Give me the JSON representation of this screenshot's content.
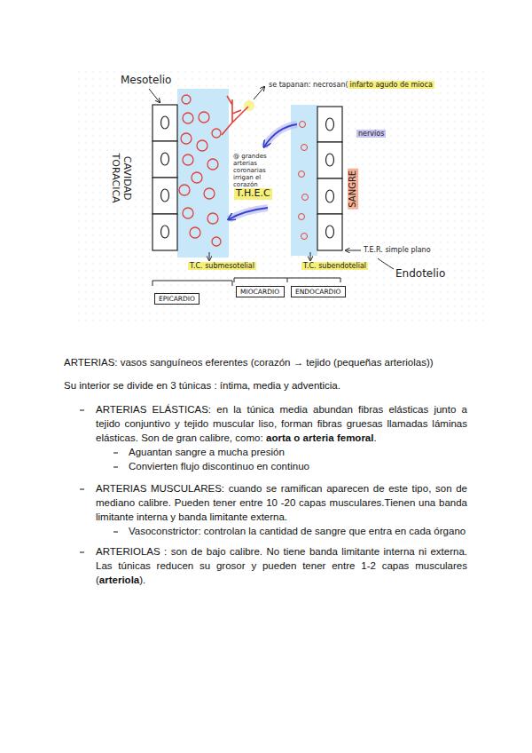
{
  "diagram": {
    "nodes": [
      {
        "text": [
          "EPICARDIO"
        ]
      },
      {
        "text": [
          "MIOCARDIO"
        ]
      },
      {
        "text": [
          "ENDOCARDIO"
        ]
      }
    ],
    "labels": [
      "Mesotelio",
      "se tapanan: necrosan(",
      "infarto agudo de mioca",
      "nervios",
      "@ grandes arterias coronarias irrigan el corazón",
      "T.H.E.C",
      "CAVIDAD TORACICA",
      "SANGRE",
      "T.E.R. simple plano",
      "Endotelio",
      "T.C. submesotelial",
      "T.C. subendotelial",
      "ARTERIAS: vasos sanguíneos eferentes (corazón → tejido (pequeñas arteriolas))",
      "Su interior se divide en 3 túnicas : íntima, media y adventicia.",
      "ARTERIAS ELÁSTICAS: en la túnica media abundan fibras elásticas junto a tejido conjuntivo y tejido muscular liso, forman fibras gruesas llamadas láminas elásticas. Son de gran calibre, como:",
      "aorta o arteria femoral",
      ".",
      "Aguantan sangre a mucha presión",
      "Convierten flujo discontinuo en continuo",
      "ARTERIAS MUSCULARES: cuando se ramifican aparecen de este tipo, son de mediano calibre. Pueden tener entre 10 -20 capas musculares.Tienen una banda limitante interna y banda limitante externa.",
      "Vasoconstrictor: controlan la cantidad de sangre que entra en cada órgano",
      "ARTERIOLAS : son de bajo calibre. No tiene banda limitante interna ni externa. Las túnicas reducen su grosor y pueden tener entre 1-2 capas musculares (",
      "arteriola",
      ")."
    ]
  }
}
